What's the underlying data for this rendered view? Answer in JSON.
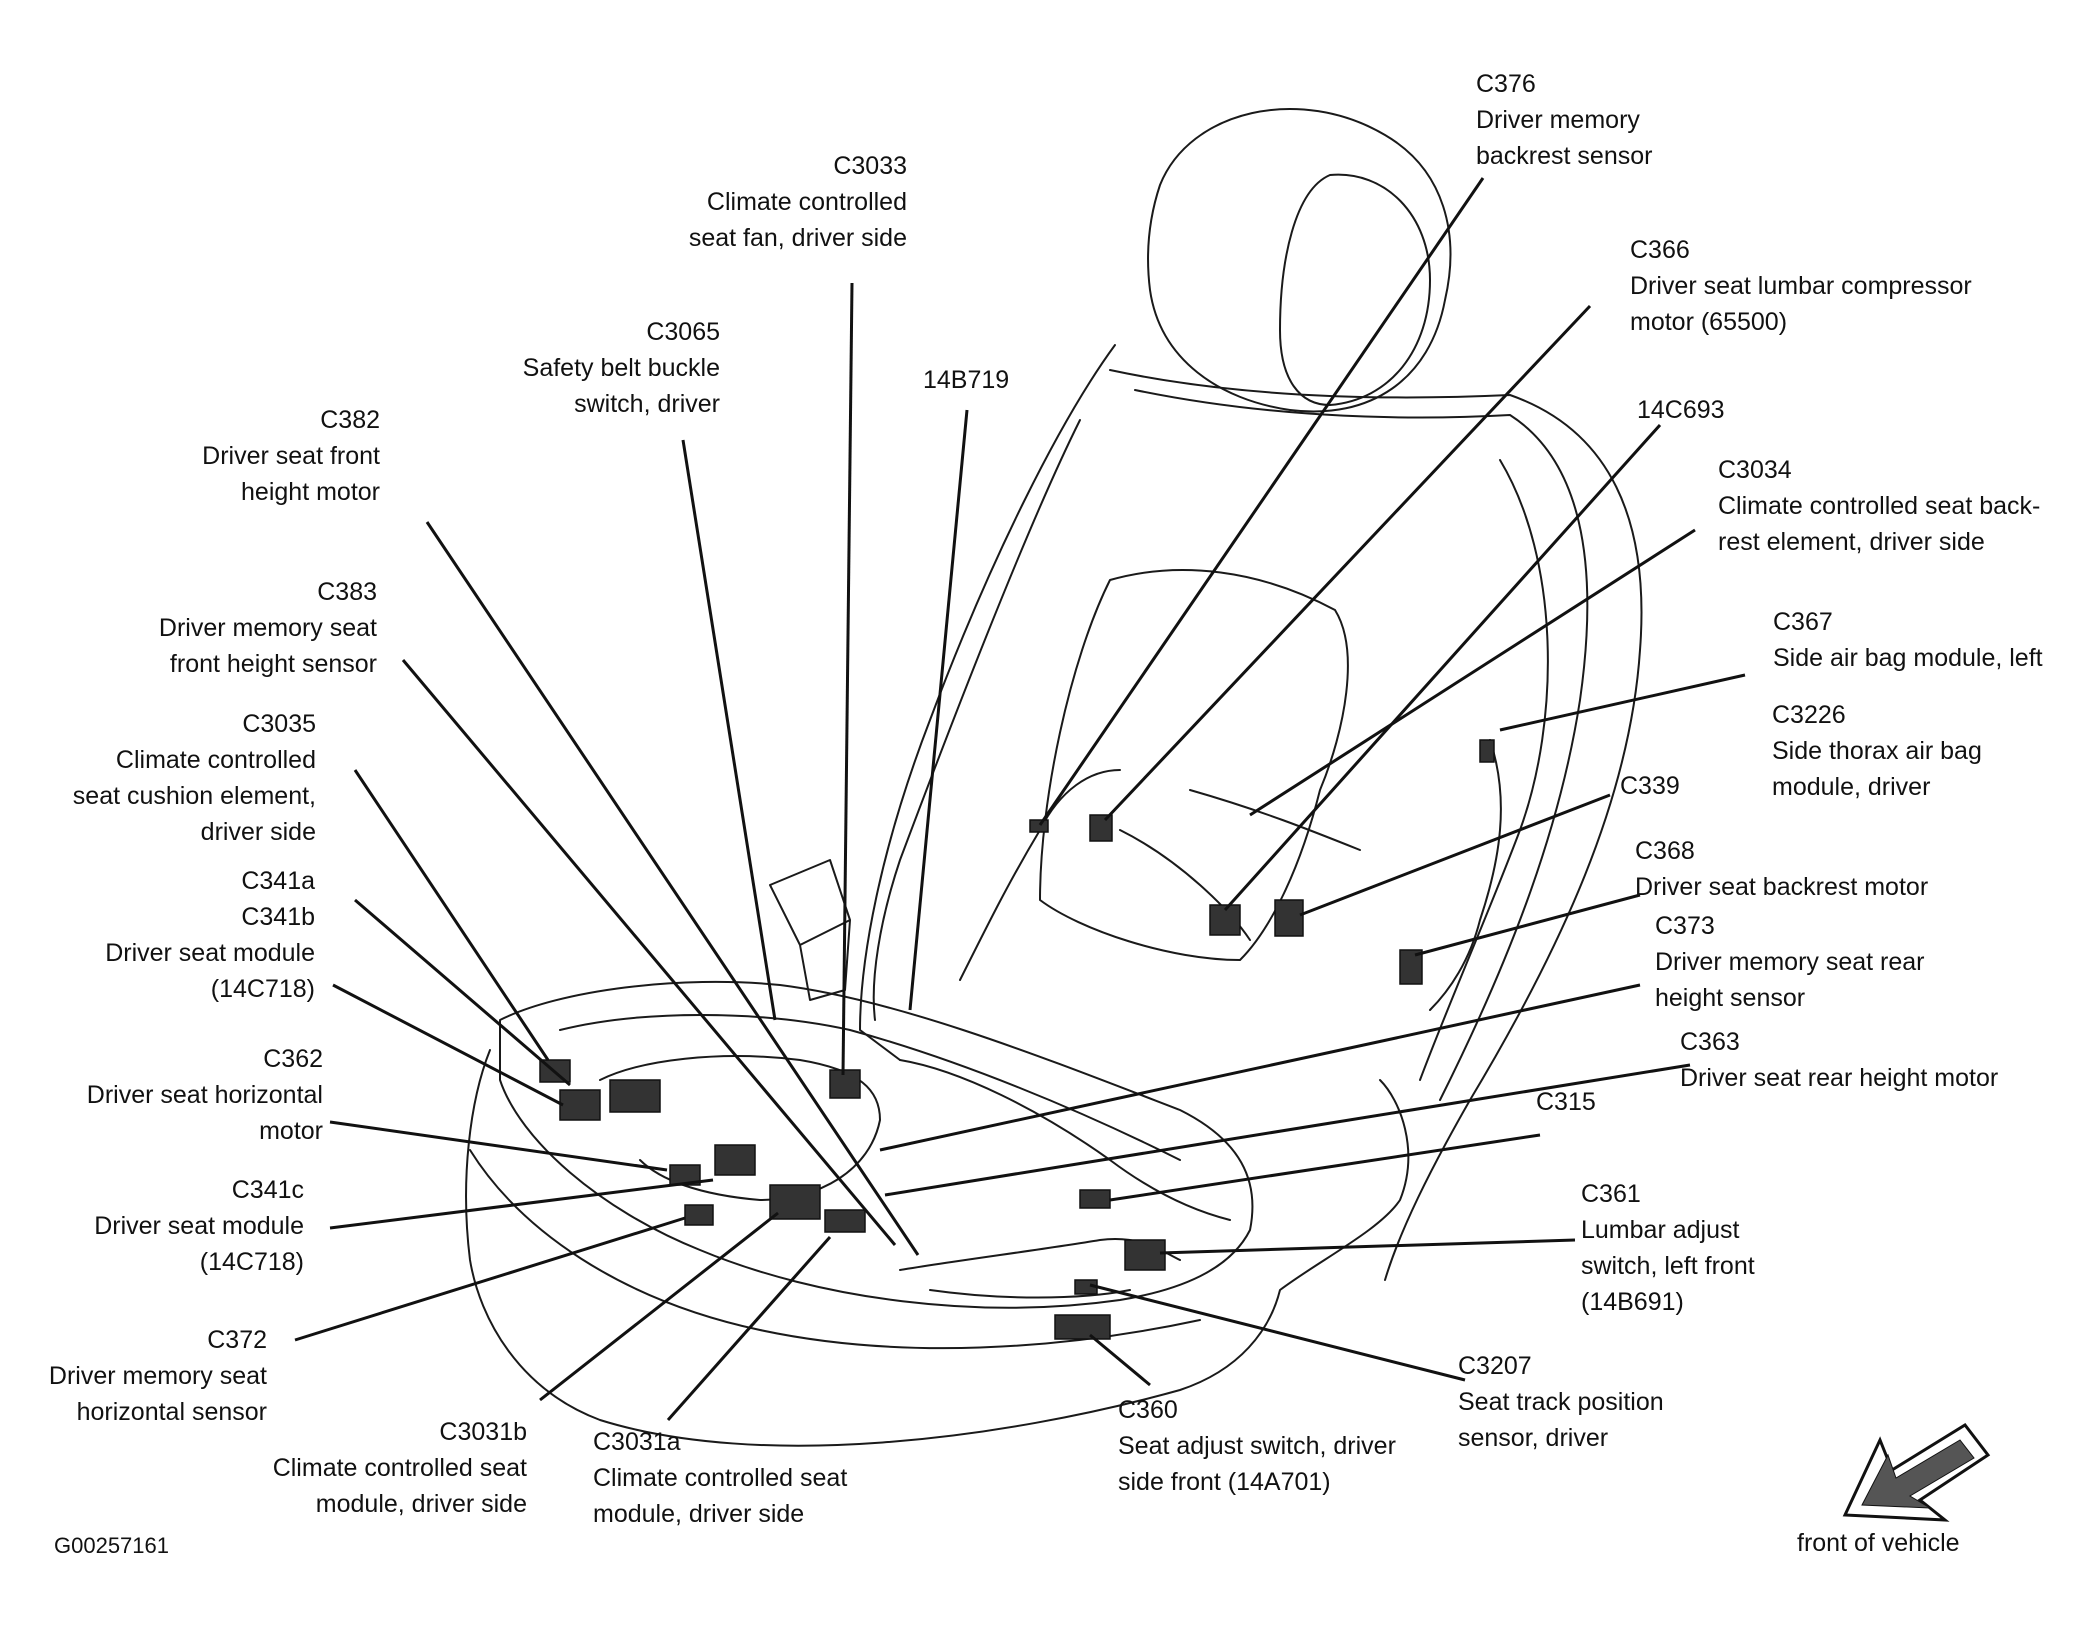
{
  "figure_id": "G00257161",
  "front_label": "front of vehicle",
  "labels": {
    "c376": [
      "C376",
      "Driver memory",
      "backrest sensor"
    ],
    "c3033": [
      "C3033",
      "Climate controlled",
      "seat fan, driver side"
    ],
    "c366": [
      "C366",
      "Driver seat lumbar compressor",
      "motor (65500)"
    ],
    "c3065": [
      "C3065",
      "Safety belt buckle",
      "switch, driver"
    ],
    "w14b719": [
      "14B719"
    ],
    "w14c693": [
      "14C693"
    ],
    "c382": [
      "C382",
      "Driver seat front",
      "height motor"
    ],
    "c3034": [
      "C3034",
      "Climate controlled seat back-",
      "rest element, driver side"
    ],
    "c383": [
      "C383",
      "Driver memory seat",
      "front height sensor"
    ],
    "c367": [
      "C367",
      "Side air bag module, left"
    ],
    "c3226": [
      "C3226",
      "Side thorax air bag",
      "module, driver"
    ],
    "c3035": [
      "C3035",
      "Climate controlled",
      "seat cushion element,",
      "driver side"
    ],
    "c339": [
      "C339"
    ],
    "c341ab": [
      "C341a",
      "C341b",
      "Driver seat module",
      "(14C718)"
    ],
    "c368": [
      "C368",
      "Driver seat backrest motor"
    ],
    "c373": [
      "C373",
      "Driver memory seat rear",
      "height sensor"
    ],
    "c362": [
      "C362",
      "Driver seat horizontal",
      "motor"
    ],
    "c363": [
      "C363",
      "Driver seat rear height motor"
    ],
    "c315": [
      "C315"
    ],
    "c341c": [
      "C341c",
      "Driver seat module",
      "(14C718)"
    ],
    "c361": [
      "C361",
      "Lumbar adjust",
      "switch, left front",
      "(14B691)"
    ],
    "c372": [
      "C372",
      "Driver memory seat",
      "horizontal sensor"
    ],
    "c3207": [
      "C3207",
      "Seat track position",
      "sensor, driver"
    ],
    "c360": [
      "C360",
      "Seat adjust switch, driver",
      "side front (14A701)"
    ],
    "c3031b": [
      "C3031b",
      "Climate controlled seat",
      "module, driver side"
    ],
    "c3031a": [
      "C3031a",
      "Climate controlled seat",
      "module, driver side"
    ]
  }
}
